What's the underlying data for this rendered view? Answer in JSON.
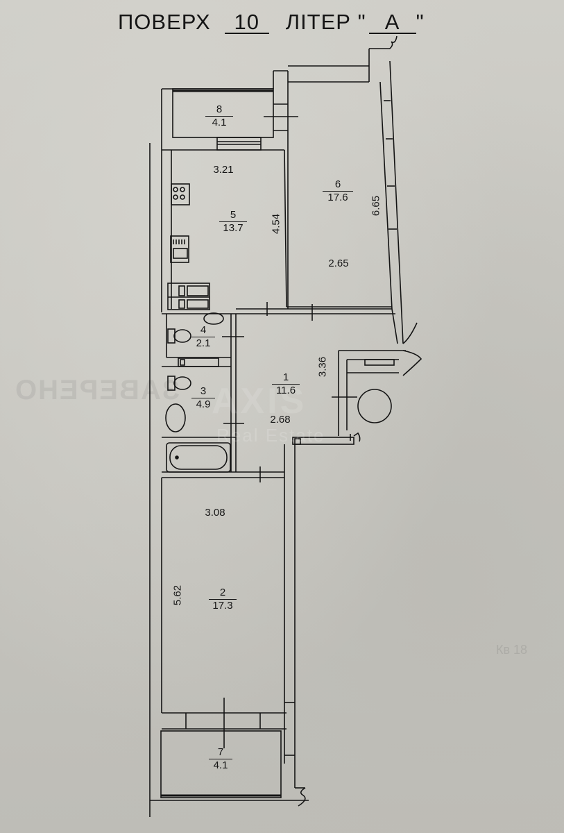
{
  "header": {
    "floor_label": "ПОВЕРХ",
    "floor_value": "10",
    "letter_label": "ЛІТЕР \"",
    "letter_value": "А",
    "letter_close": "\""
  },
  "rooms": [
    {
      "id": "1",
      "area": "11.6",
      "width_dim": "2.68",
      "length_dim": "3.36"
    },
    {
      "id": "2",
      "area": "17.3",
      "width_dim": "3.08",
      "length_dim": "5.62"
    },
    {
      "id": "3",
      "area": "4.9"
    },
    {
      "id": "4",
      "area": "2.1"
    },
    {
      "id": "5",
      "area": "13.7",
      "width_dim": "3.21",
      "length_dim": "4.54"
    },
    {
      "id": "6",
      "area": "17.6",
      "width_dim": "2.65",
      "length_dim": "6.65"
    },
    {
      "id": "7",
      "area": "4.1"
    },
    {
      "id": "8",
      "area": "4.1"
    }
  ],
  "watermark": {
    "brand": "AXIS",
    "sub": "Real Estate"
  },
  "stamp_text": "ЗАВЕРЕНО",
  "faint_mark": "Кв 18",
  "colors": {
    "paper": "#c9c8c2",
    "ink": "#161616"
  }
}
